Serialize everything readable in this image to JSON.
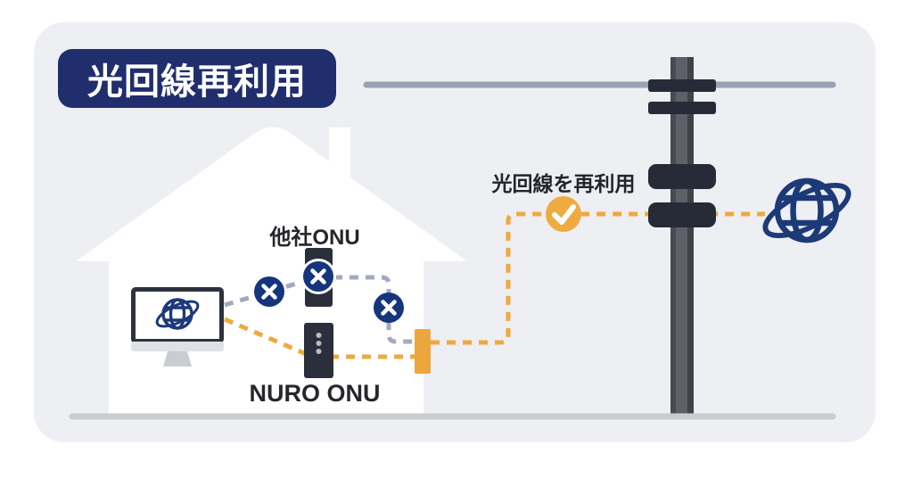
{
  "badge": {
    "label": "光回線再利用"
  },
  "devices": {
    "other_onu": {
      "label": "他社ONU"
    },
    "nuro_onu": {
      "label": "NURO ONU"
    }
  },
  "annotation": {
    "label": "光回線を再利用"
  },
  "icons": {
    "globe": "globe-icon",
    "x_mark": "x-mark-icon",
    "check": "check-icon"
  },
  "colors": {
    "panel_bg": "#edeff3",
    "badge_navy": "#202e6e",
    "x_badge_navy": "#15357d",
    "accent_orange": "#f0a93e",
    "connector_orange": "#eba63d",
    "check_orange": "#eeac40",
    "device_dark": "#2b2e3b",
    "pole_hardware_dark": "#272b37",
    "dashed_gray": "#a2aabf",
    "power_line_gray": "#9aa2b4",
    "ground_gray": "#cacccf",
    "globe_navy": "#1d3a78",
    "pole_gray": "#5d6167"
  }
}
